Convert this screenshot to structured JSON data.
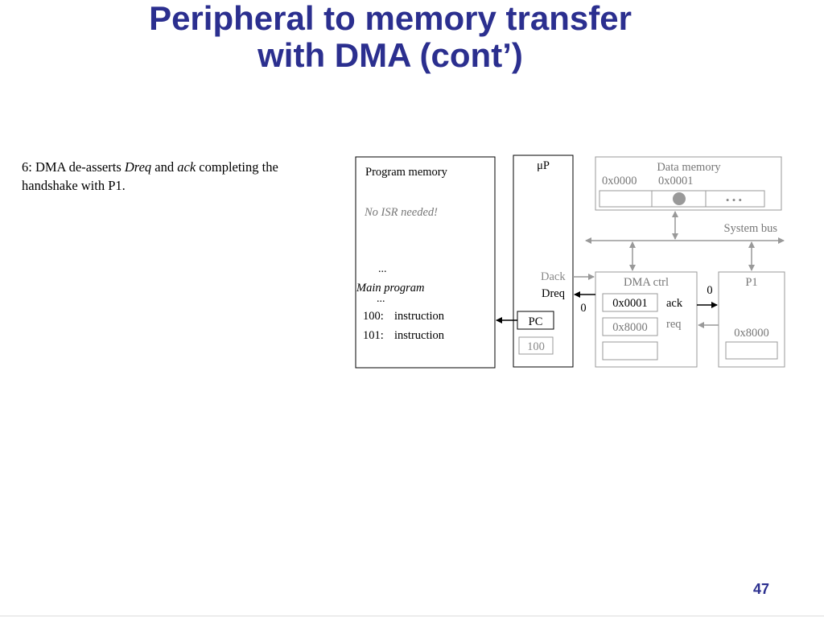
{
  "slide": {
    "title_line1": "Peripheral to memory transfer",
    "title_line2": "with DMA (cont’)",
    "page_number": "47"
  },
  "description": {
    "prefix": "6: DMA de-asserts ",
    "dreq": "Dreq",
    "and": " and ",
    "ack": "ack",
    "suffix": " completing the handshake with P1."
  },
  "diagram": {
    "program_memory": {
      "label": "Program memory",
      "isr_note": "No ISR needed!",
      "ellipsis_top": "...",
      "main_program": "Main program",
      "ellipsis_bottom": "...",
      "line1_addr": "100:",
      "line1_text": "instruction",
      "line2_addr": "101:",
      "line2_text": "instruction"
    },
    "processor": {
      "label": "μP",
      "pc_label": "PC",
      "pc_value": "100"
    },
    "data_memory": {
      "label": "Data memory",
      "addr0": "0x0000",
      "addr1": "0x0001",
      "dots": "• • •"
    },
    "system_bus": "System bus",
    "dma_ctrl": {
      "label": "DMA ctrl",
      "reg1": "0x0001",
      "reg2": "0x8000",
      "ack": "ack",
      "req": "req"
    },
    "p1": {
      "label": "P1",
      "value": "0x8000"
    },
    "signals": {
      "dack": "Dack",
      "dreq": "Dreq",
      "dreq_value": "0",
      "ack_value": "0"
    }
  },
  "colors": {
    "title": "#2b2f8f",
    "gray_text": "#777777",
    "gray_line": "#999999"
  }
}
